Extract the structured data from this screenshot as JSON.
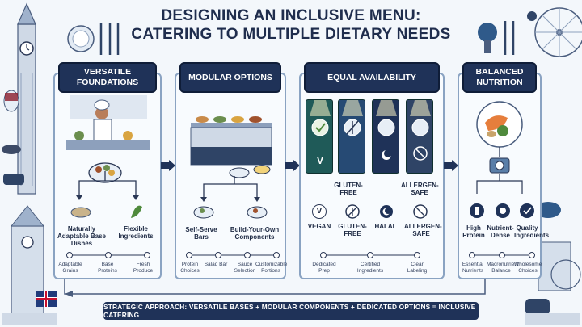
{
  "title": {
    "line1": "DESIGNING AN INCLUSIVE MENU:",
    "line2": "CATERING TO MULTIPLE DIETARY NEEDS"
  },
  "panels": [
    {
      "heading": "VERSATILE FOUNDATIONS",
      "labels": {
        "base_dishes": "Naturally Adaptable Base Dishes",
        "ingredients": "Flexible Ingredients",
        "grains": "Adaptable Grains",
        "proteins": "Base Proteins",
        "produce": "Fresh Produce"
      }
    },
    {
      "heading": "MODULAR OPTIONS",
      "labels": {
        "self_serve": "Self-Serve Bars",
        "build_own": "Build-Your-Own Components",
        "protein_choices": "Protein Choices",
        "salad_bar": "Salad Bar",
        "sauce": "Sauce Selection",
        "portions": "Customizable Portions"
      }
    },
    {
      "heading": "EQUAL AVAILABILITY",
      "cards": [
        "V",
        "",
        "",
        ""
      ],
      "labels": {
        "gluten_free_top": "GLUTEN-FREE",
        "allergen_safe_top": "ALLERGEN-SAFE",
        "vegan": "VEGAN",
        "gluten_free": "GLUTEN-FREE",
        "halal": "HALAL",
        "allergen_safe": "ALLERGEN-SAFE",
        "prep": "Dedicated Prep",
        "certified": "Certified Ingredients",
        "labeling": "Clear Labeling"
      },
      "badges": {
        "vegan": "V"
      }
    },
    {
      "heading": "BALANCED NUTRITION",
      "labels": {
        "protein": "High Protein",
        "dense": "Nutrient-Dense",
        "quality": "Quality Ingredients",
        "essential": "Essential Nutrients",
        "macro": "Macronutrient Balance",
        "wholesome": "Wholesome Choices"
      }
    }
  ],
  "footer": "STRATEGIC APPROACH: VERSATILE BASES + MODULAR COMPONENTS + DEDICATED OPTIONS = INCLUSIVE CATERING",
  "colors": {
    "navy": "#1f3258",
    "panel_border": "#8aa3c2",
    "teal_card": "#1f5a58",
    "background": "#f3f7fb"
  }
}
